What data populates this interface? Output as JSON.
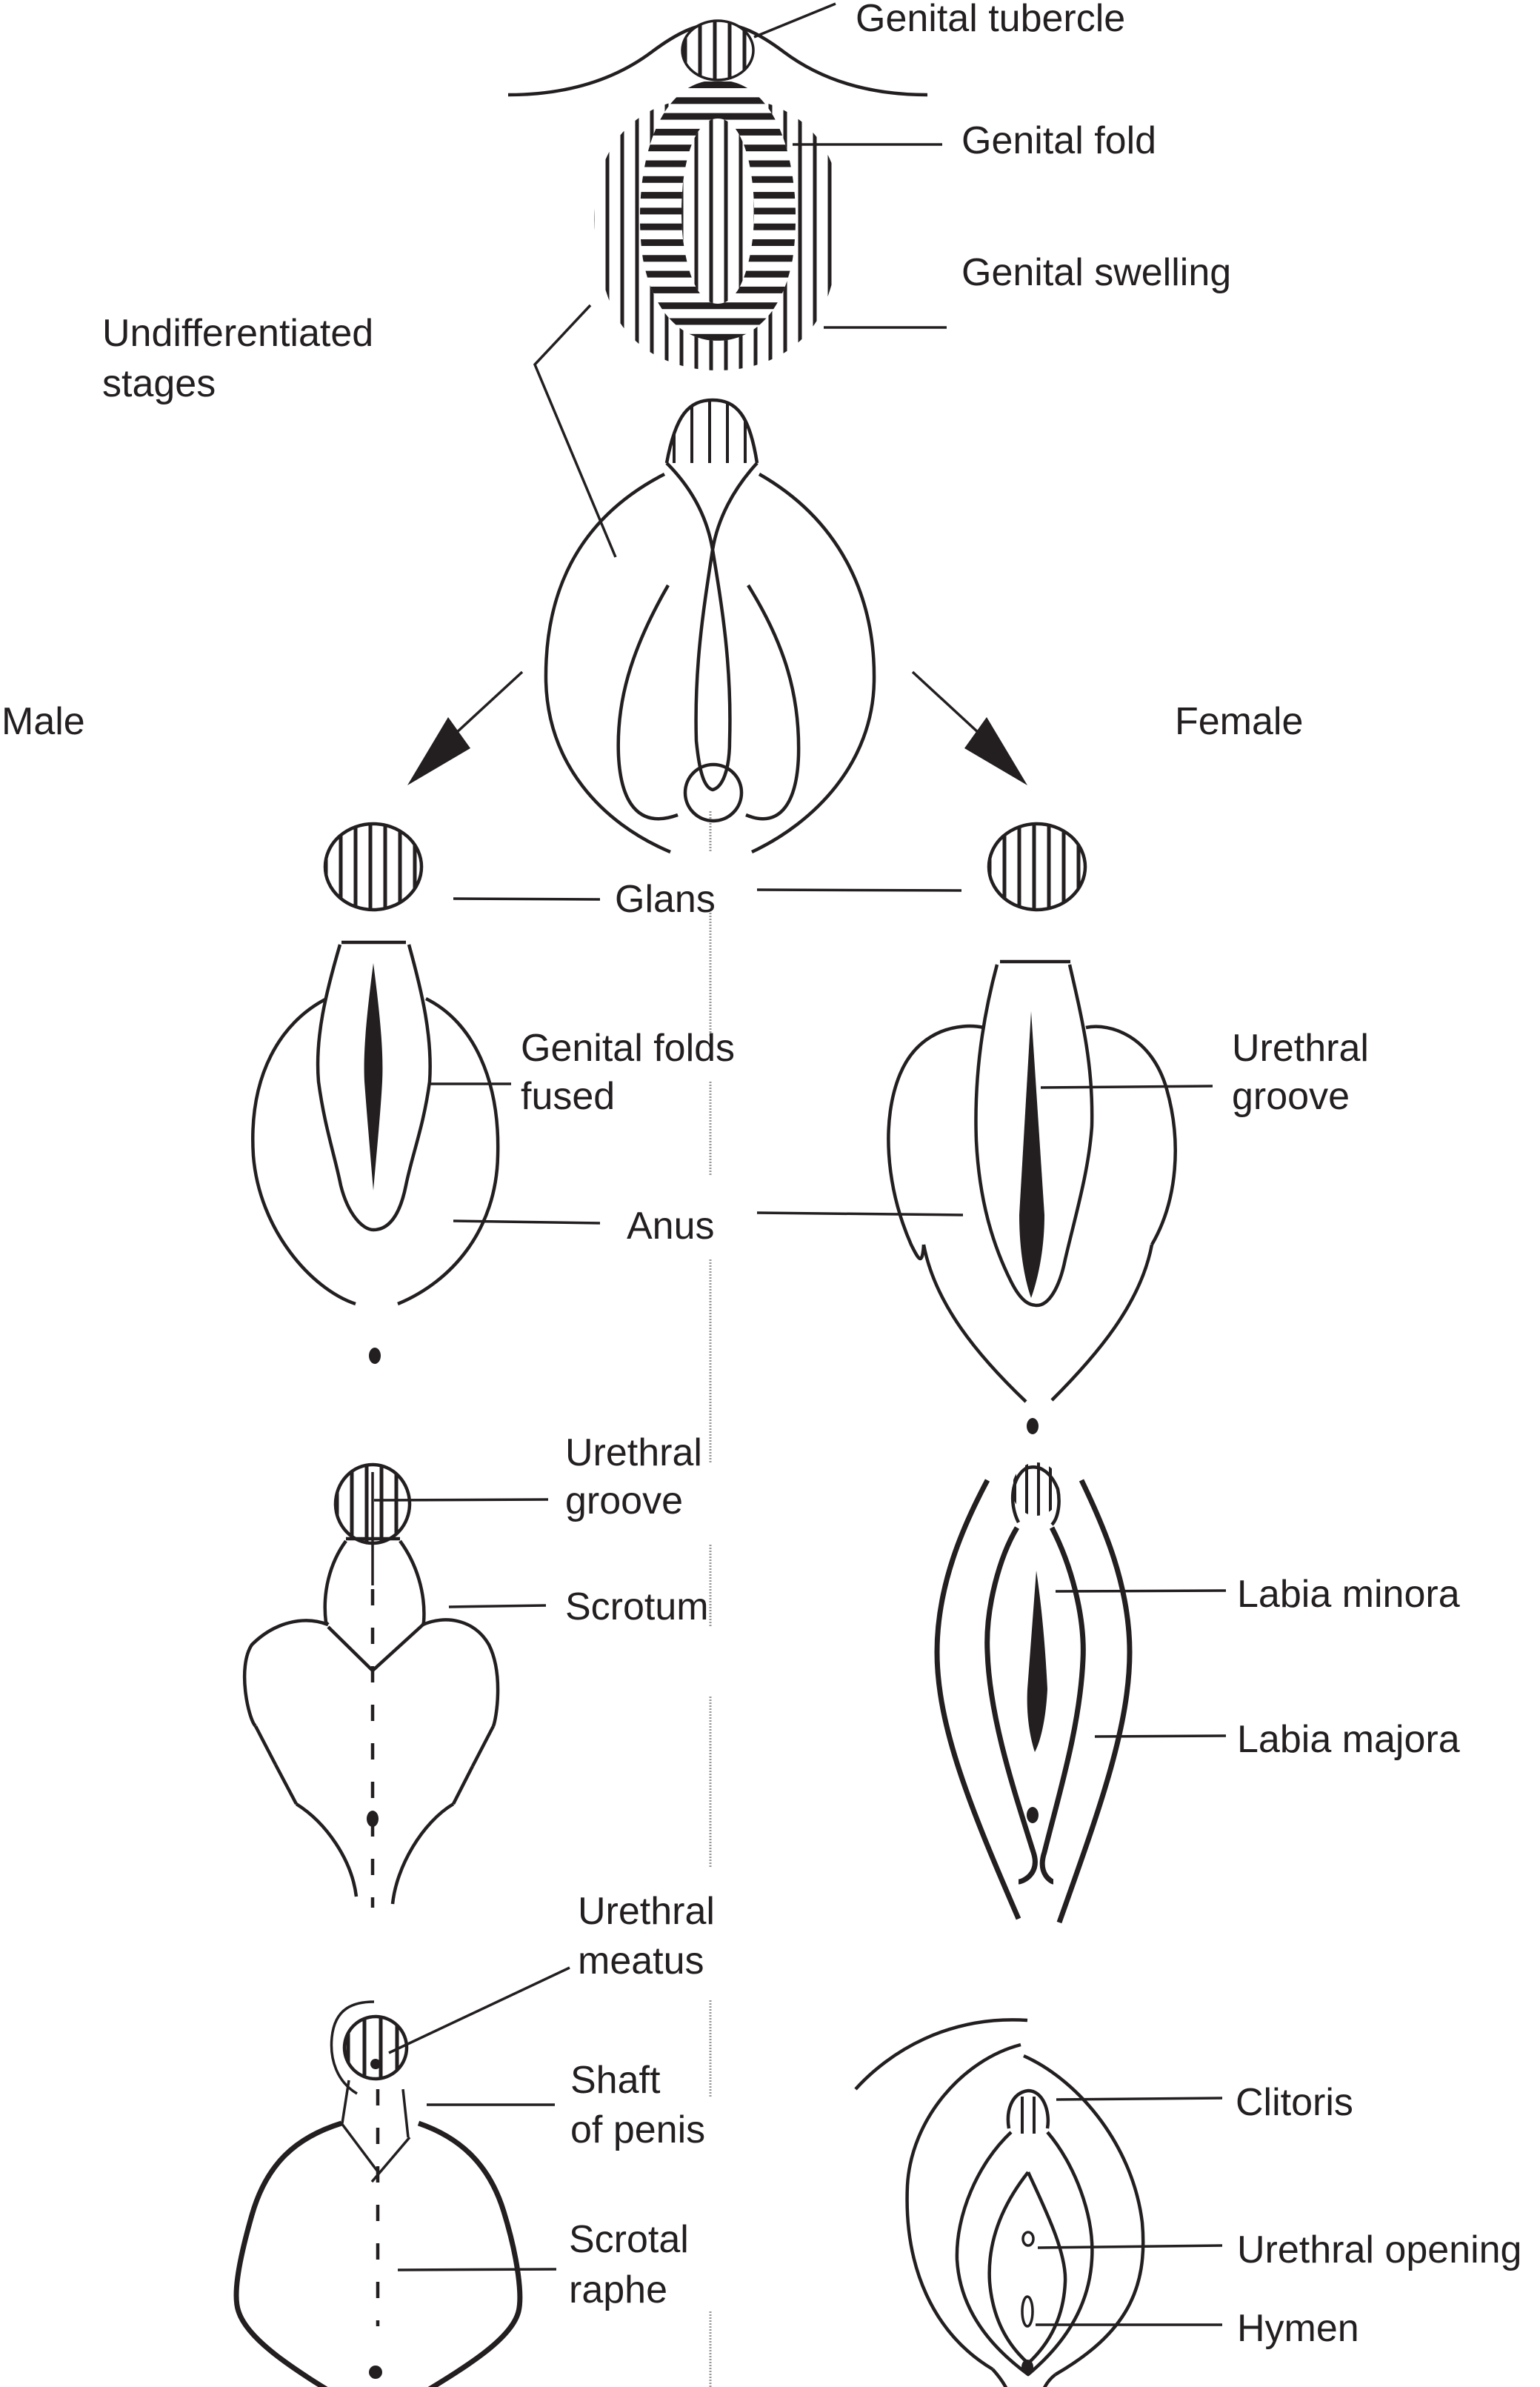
{
  "diagram": {
    "title_labels": {
      "male": "Male",
      "female": "Female",
      "undifferentiated_line1": "Undifferentiated",
      "undifferentiated_line2": "stages"
    },
    "undifferentiated": {
      "genital_tubercle": "Genital tubercle",
      "genital_fold": "Genital fold",
      "genital_swelling": "Genital swelling"
    },
    "shared_labels": {
      "glans": "Glans",
      "anus": "Anus"
    },
    "male_stage1": {
      "genital_folds_fused_line1": "Genital folds",
      "genital_folds_fused_line2": "fused"
    },
    "female_stage1": {
      "urethral_groove_line1": "Urethral",
      "urethral_groove_line2": "groove"
    },
    "male_stage2": {
      "urethral_groove_line1": "Urethral",
      "urethral_groove_line2": "groove",
      "scrotum": "Scrotum"
    },
    "female_stage2": {
      "labia_minora": "Labia minora",
      "labia_majora": "Labia majora"
    },
    "male_stage3": {
      "urethral_meatus_line1": "Urethral",
      "urethral_meatus_line2": "meatus",
      "shaft_line1": "Shaft",
      "shaft_line2": "of penis",
      "scrotal_raphe_line1": "Scrotal",
      "scrotal_raphe_line2": "raphe"
    },
    "female_stage3": {
      "clitoris": "Clitoris",
      "urethral_opening": "Urethral opening",
      "hymen": "Hymen"
    }
  }
}
